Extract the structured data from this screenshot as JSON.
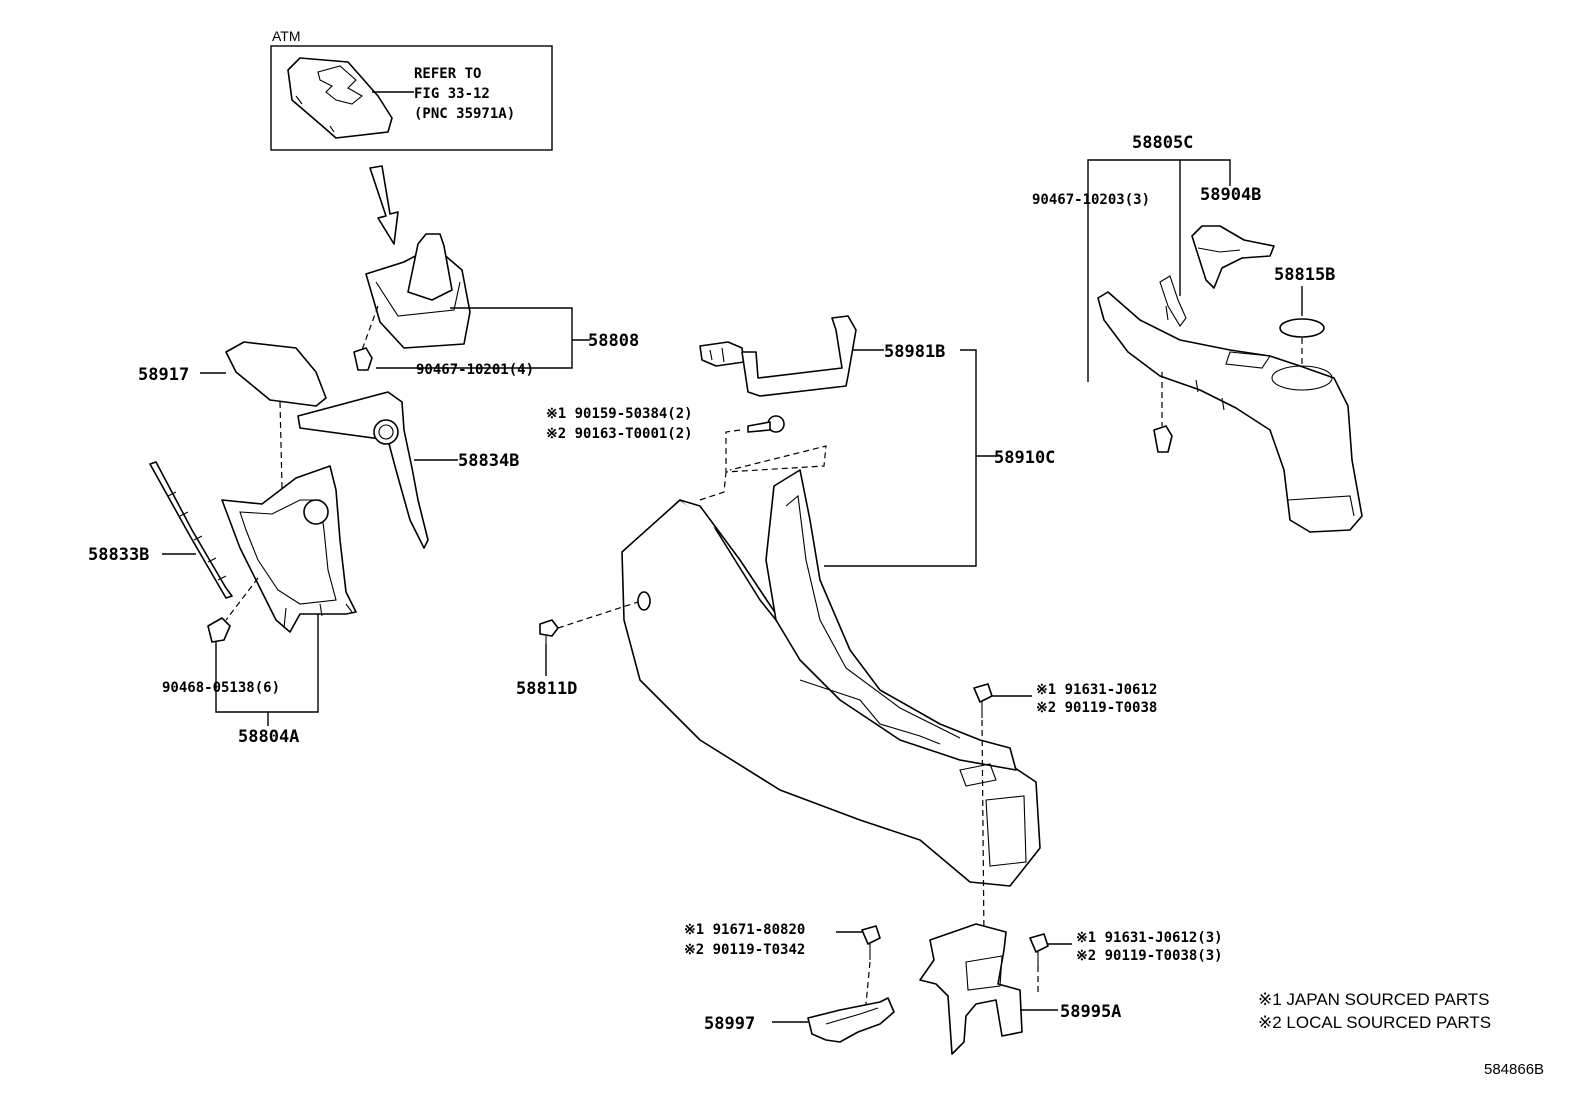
{
  "atm_box": {
    "tag": "ATM",
    "refer_lines": [
      "REFER TO",
      "FIG 33-12",
      "(PNC 35971A)"
    ]
  },
  "labels": {
    "p58808": "58808",
    "p90467_10201": "90467-10201(4)",
    "p58917": "58917",
    "p58834B": "58834B",
    "p58833B": "58833B",
    "p90468_05138": "90468-05138(6)",
    "p58804A": "58804A",
    "p58981B": "58981B",
    "p90159_50384": "※1 90159-50384(2)",
    "p90163_T0001": "※2 90163-T0001(2)",
    "p58910C": "58910C",
    "p58811D": "58811D",
    "p91631_J0612_a": "※1 91631-J0612",
    "p90119_T0038_a": "※2 90119-T0038",
    "p91671_80820": "※1 91671-80820",
    "p90119_T0342": "※2 90119-T0342",
    "p91631_J0612_b": "※1 91631-J0612(3)",
    "p90119_T0038_b": "※2 90119-T0038(3)",
    "p58997": "58997",
    "p58995A": "58995A",
    "p58805C": "58805C",
    "p90467_10203": "90467-10203(3)",
    "p58904B": "58904B",
    "p58815B": "58815B"
  },
  "legend": {
    "note1": "※1 JAPAN SOURCED PARTS",
    "note2": "※2 LOCAL SOURCED PARTS"
  },
  "figure_id": "584866B"
}
